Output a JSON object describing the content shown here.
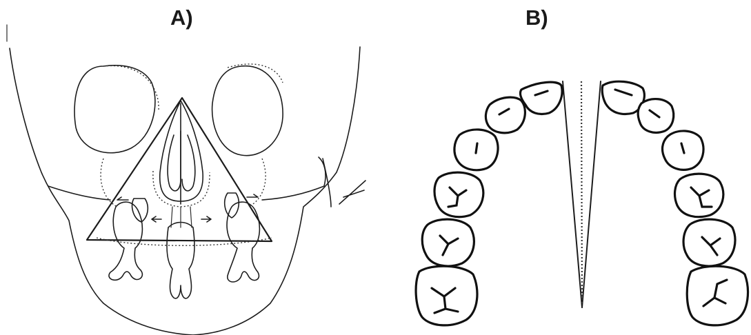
{
  "panels": {
    "a": {
      "label": "A)"
    },
    "b": {
      "label": "B)"
    }
  },
  "colors": {
    "line": "#1c1c1c",
    "background": "#ffffff"
  },
  "icons": [
    "skull-frontal-drawing",
    "dental-arch-drawing"
  ]
}
